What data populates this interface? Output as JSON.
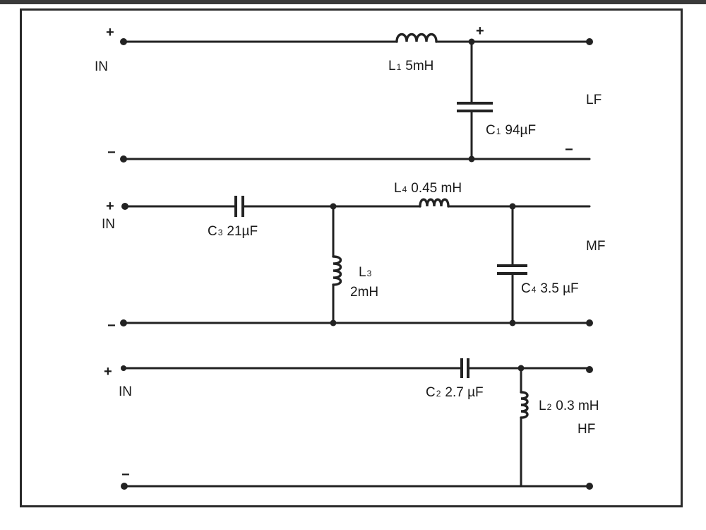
{
  "sections": {
    "lf": {
      "in": "IN",
      "plus_in": "+",
      "minus_in": "−",
      "plus_out": "+",
      "minus_out": "−",
      "band": "LF",
      "l1": {
        "sym": "L",
        "sub": "1",
        "val": "5mH"
      },
      "c1": {
        "sym": "C",
        "sub": "1",
        "val": "94µF"
      }
    },
    "mf": {
      "in": "IN",
      "plus_in": "+",
      "minus_in": "−",
      "band": "MF",
      "c3": {
        "sym": "C",
        "sub": "3",
        "val": "21µF"
      },
      "l4": {
        "sym": "L",
        "sub": "4",
        "val": "0.45 mH"
      },
      "l3": {
        "sym": "L",
        "sub": "3",
        "val": "2mH"
      },
      "c4": {
        "sym": "C",
        "sub": "4",
        "val": "3.5 µF"
      }
    },
    "hf": {
      "in": "IN",
      "plus_in": "+",
      "minus_in": "−",
      "band": "HF",
      "c2": {
        "sym": "C",
        "sub": "2",
        "val": "2.7 µF"
      },
      "l2": {
        "sym": "L",
        "sub": "2",
        "val": "0.3 mH"
      }
    }
  },
  "colors": {
    "ink": "#222222",
    "paper": "#ffffff",
    "frame": "#2a2a2a"
  }
}
